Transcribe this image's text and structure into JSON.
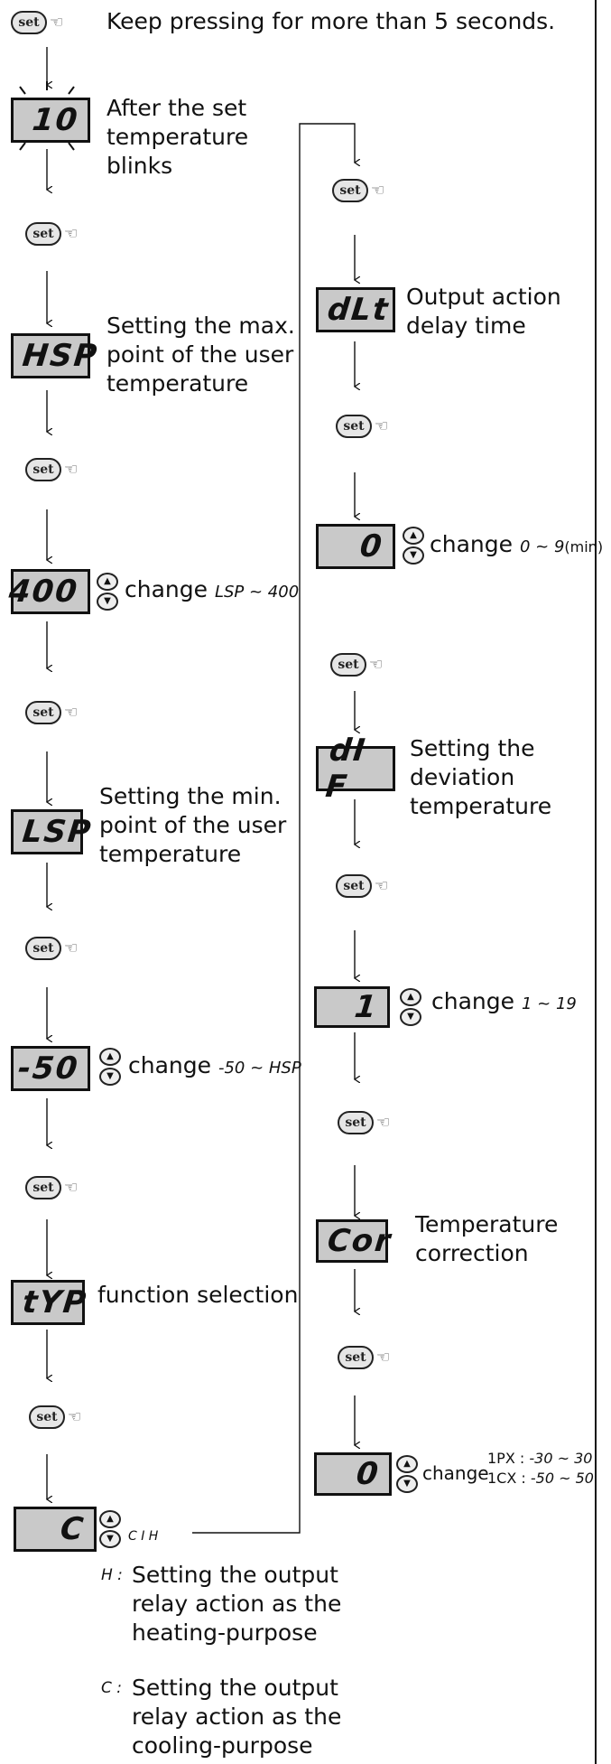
{
  "top_instruction": "Keep pressing for more than 5 seconds.",
  "set_label": "set",
  "hand_glyph": "☜",
  "arrow_up": "▲",
  "arrow_down": "▼",
  "displays": {
    "blink": "10",
    "hsp": "HSP",
    "hsp_val": "400",
    "lsp": "LSP",
    "lsp_val": "-50",
    "typ": "tYP",
    "typ_val": "C",
    "dlt": "dLt",
    "dlt_val": "0",
    "dif": "dI F",
    "dif_val": "1",
    "cor": "Cor",
    "cor_val": "0"
  },
  "labels": {
    "blink": [
      "After the set",
      "temperature",
      "blinks"
    ],
    "hsp": [
      "Setting the max.",
      "point of the user",
      "temperature"
    ],
    "lsp": [
      "Setting the min.",
      "point of the user",
      "temperature"
    ],
    "typ": "function selection",
    "dlt": [
      "Output action",
      "delay time"
    ],
    "dif": [
      "Setting the",
      "deviation",
      "temperature"
    ],
    "cor": [
      "Temperature",
      "correction"
    ]
  },
  "change_word": "change",
  "ranges": {
    "hsp": "LSP ~ 400",
    "lsp": "-50 ~ HSP",
    "typ": "C  I  H",
    "dlt": "0 ~ 9",
    "dlt_unit": "(min)",
    "dif": "1 ~  19",
    "cor_1px_label": "1PX :",
    "cor_1px": "-30 ~ 30",
    "cor_1cx_label": "1CX :",
    "cor_1cx": "-50 ~ 50"
  },
  "legend": {
    "h_key": "H :",
    "h_text": [
      "Setting the output",
      "relay action as the",
      "heating-purpose"
    ],
    "c_key": "C :",
    "c_text": [
      "Setting the output",
      "relay action as the",
      "cooling-purpose"
    ]
  }
}
